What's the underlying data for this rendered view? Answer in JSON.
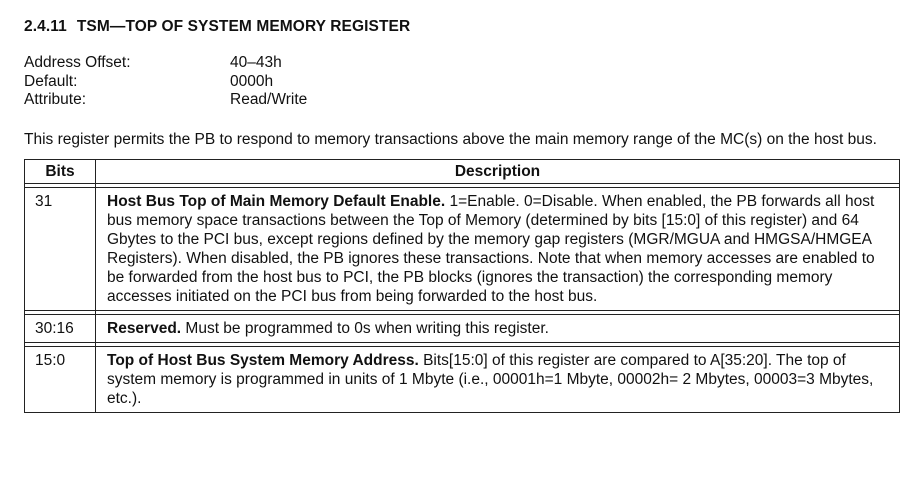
{
  "section": {
    "number": "2.4.11",
    "title": "TSM—TOP OF SYSTEM MEMORY REGISTER"
  },
  "meta": [
    {
      "label": "Address Offset:",
      "value": "40–43h"
    },
    {
      "label": "Default:",
      "value": "0000h"
    },
    {
      "label": "Attribute:",
      "value": "Read/Write"
    }
  ],
  "intro": "This register permits the PB to respond to memory transactions above the main memory range of the MC(s) on the host bus.",
  "table": {
    "headers": [
      "Bits",
      "Description"
    ],
    "rows": [
      {
        "bits": "31",
        "name": "Host Bus Top of Main Memory Default Enable.",
        "text": " 1=Enable. 0=Disable. When enabled, the PB forwards all host bus memory space transactions between the Top of Memory (determined by bits [15:0] of this register) and 64 Gbytes to the PCI bus, except regions defined by the memory gap registers (MGR/MGUA and HMGSA/HMGEA Registers). When disabled, the PB ignores these transactions. Note that when memory accesses are enabled to be forwarded from the host bus to PCI, the PB blocks (ignores the transaction) the corresponding memory accesses initiated on the PCI bus from being forwarded to the host bus."
      },
      {
        "bits": "30:16",
        "name": "Reserved.",
        "text": " Must be programmed to 0s when writing this register."
      },
      {
        "bits": "15:0",
        "name": "Top of Host Bus System Memory Address.",
        "text": " Bits[15:0] of this register are compared to A[35:20]. The top of system memory is programmed in units of 1 Mbyte (i.e., 00001h=1 Mbyte, 00002h= 2 Mbytes, 00003=3 Mbytes, etc.)."
      }
    ]
  }
}
